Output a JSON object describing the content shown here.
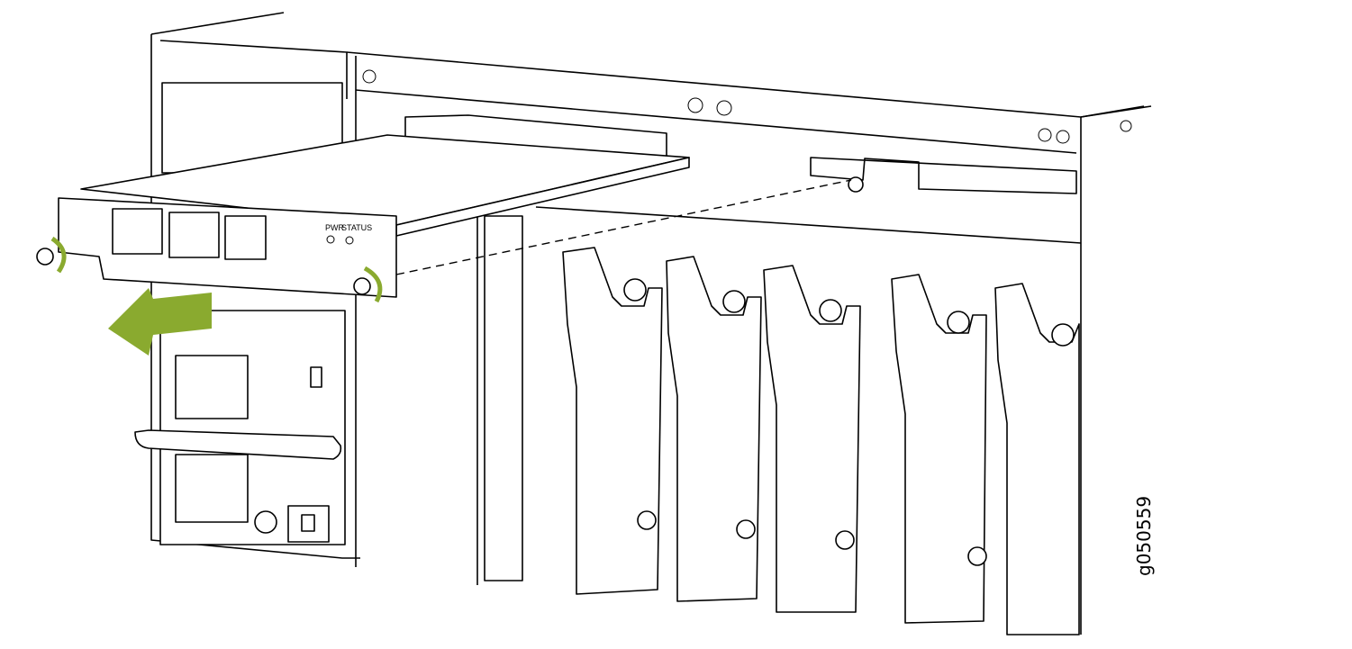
{
  "figure": {
    "id": "g050559",
    "card_labels": {
      "pwr": "PWR",
      "status": "STATUS"
    },
    "accent_color": "#8aaa2f"
  }
}
